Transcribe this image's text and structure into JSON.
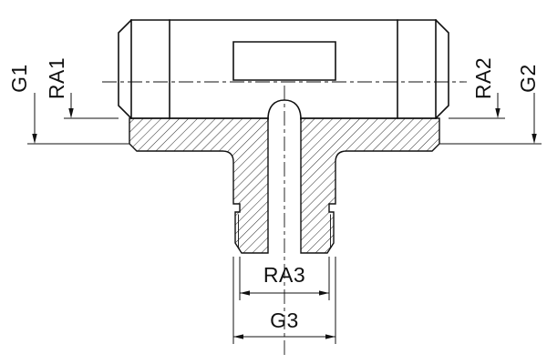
{
  "figure": {
    "type": "technical-drawing",
    "subject": "tee-fitting-cross-section",
    "labels": {
      "g1": "G1",
      "ra1": "RA1",
      "ra2": "RA2",
      "g2": "G2",
      "ra3": "RA3",
      "g3": "G3"
    },
    "colors": {
      "line": "#111111",
      "background": "#ffffff"
    }
  }
}
